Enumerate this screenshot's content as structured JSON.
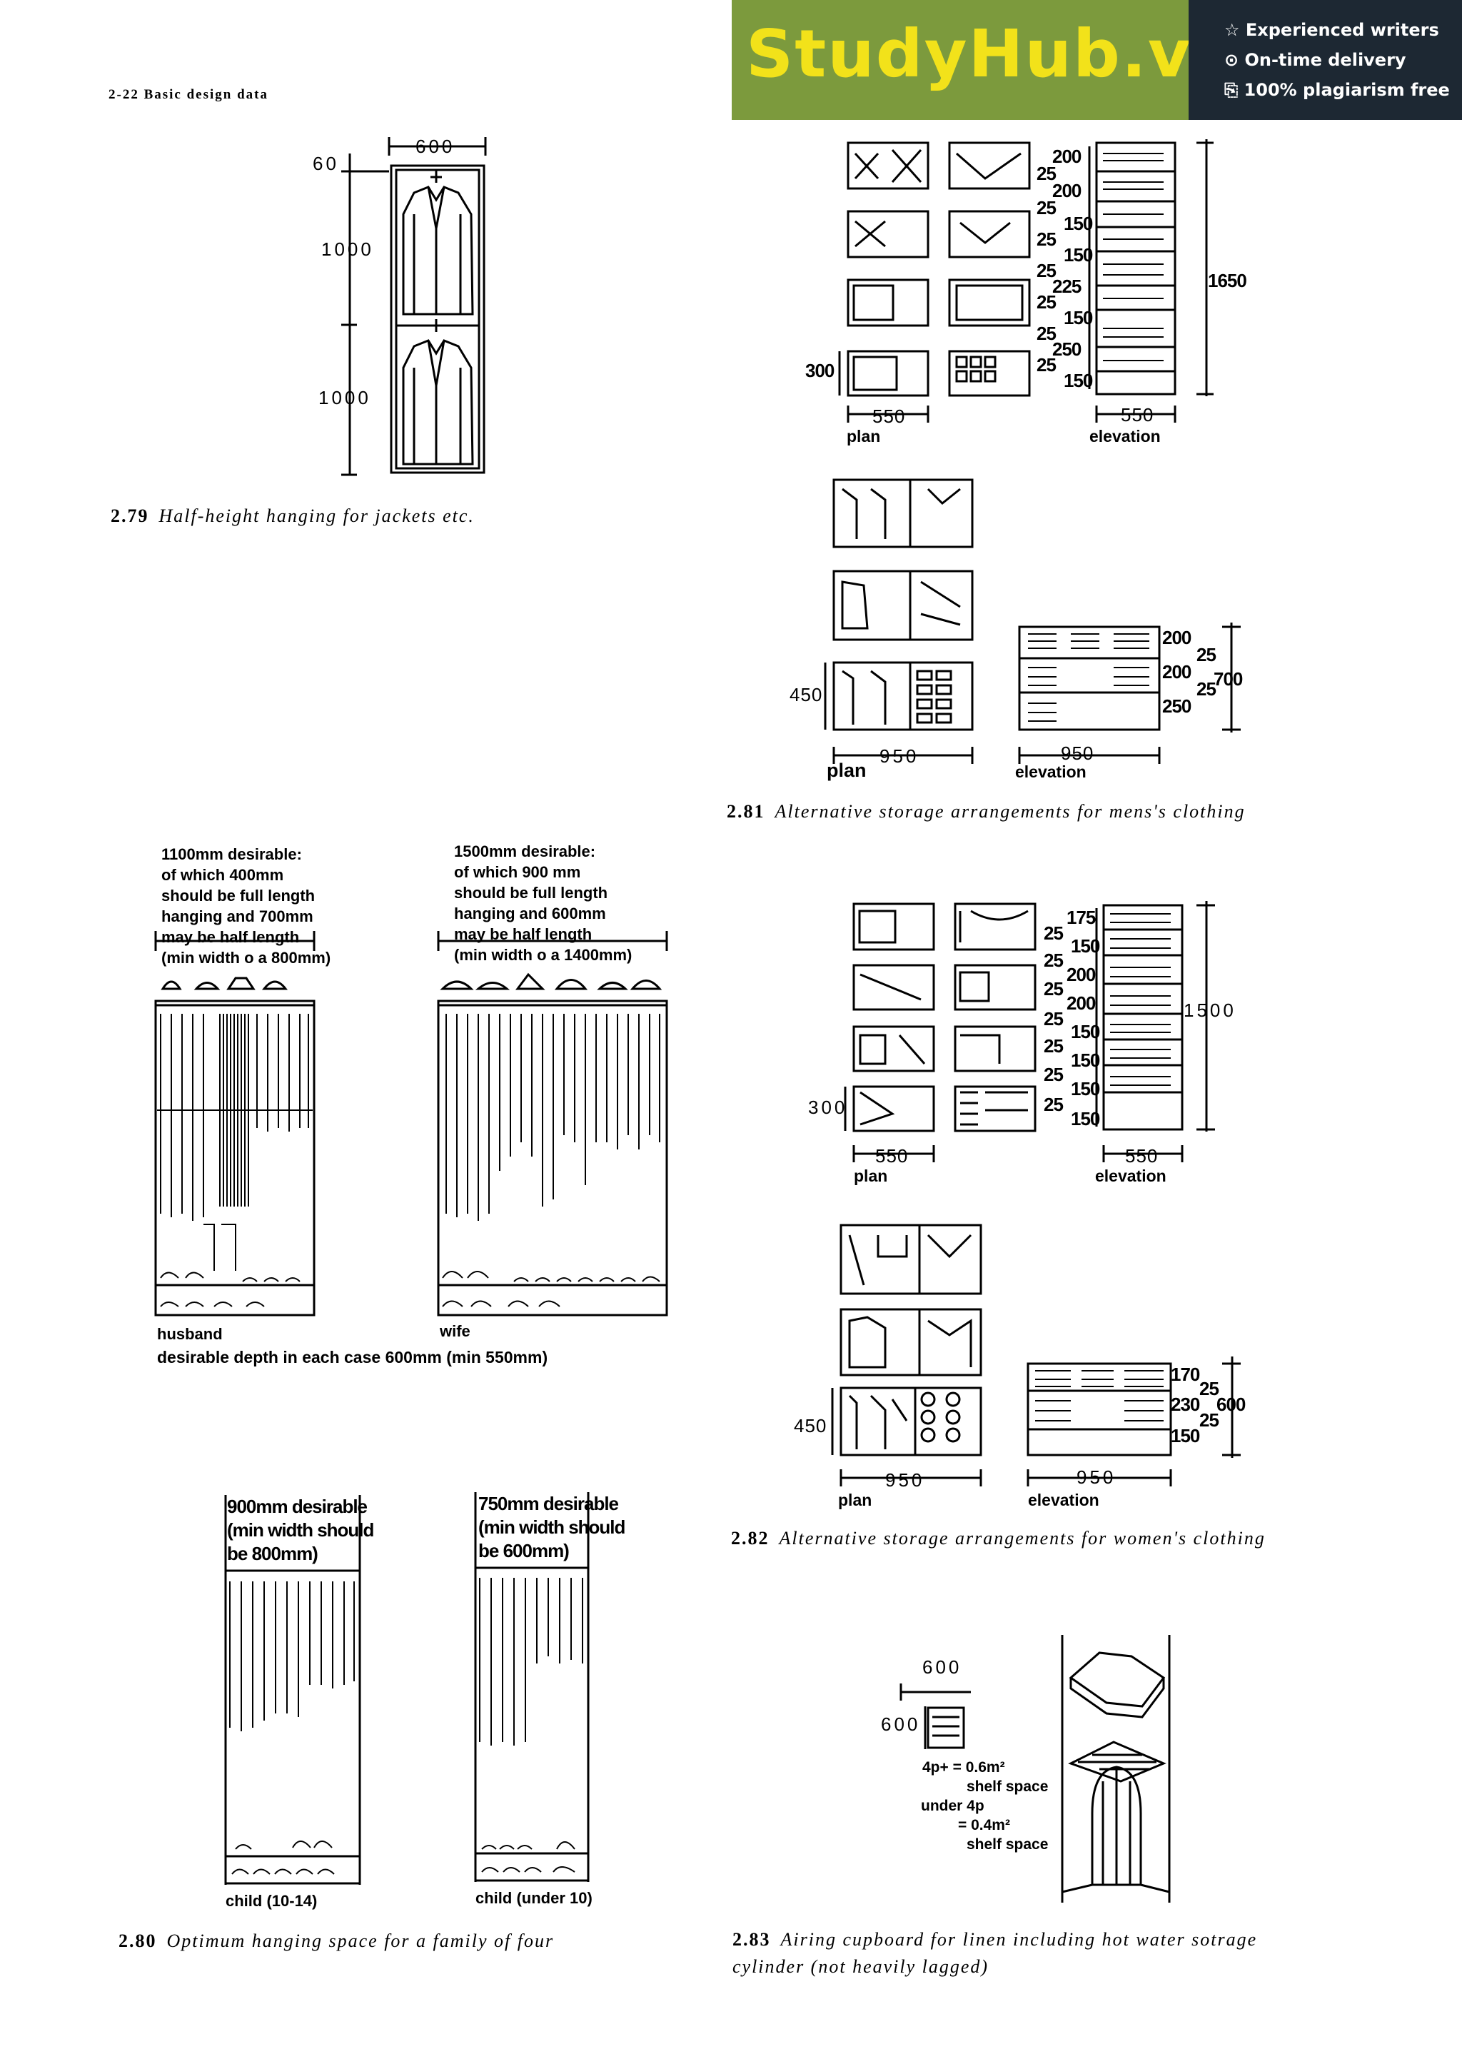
{
  "header": {
    "page_ref": "2-22  Basic  design  data"
  },
  "banner": {
    "brand": "StudyHub.vip",
    "colors": {
      "brand_bg": "#7c9a3d",
      "brand_text": "#f2e21a",
      "side_bg": "#1d2833"
    },
    "features": [
      {
        "icon": "star-icon",
        "text": "☆ Experienced writers"
      },
      {
        "icon": "clock-icon",
        "text": "⊙ On-time delivery"
      },
      {
        "icon": "copy-icon",
        "text": "⎘ 100% plagiarism free"
      }
    ]
  },
  "fig279": {
    "number": "2.79",
    "caption": "Half-height  hanging  for  jackets  etc.",
    "dims": {
      "width": "600",
      "top": "60",
      "upper": "1000",
      "lower": "1000"
    }
  },
  "fig280": {
    "number": "2.80",
    "caption": "Optimum  hanging  space  for  a  family  of  four",
    "husband_note": [
      "1100mm  desirable:",
      "of  which  400mm",
      "should  be  full  length",
      "hanging  and  700mm",
      "may  be  half  length",
      "(min width o a 800mm)"
    ],
    "wife_note": [
      "1500mm   desirable:",
      "of  which  900  mm",
      "should be full length",
      "hanging and 600mm",
      "may  be  half  length",
      "(min  width  o  a  1400mm)"
    ],
    "husband_label": "husband",
    "wife_label": "wife",
    "depth_note": "desirable depth in each case 600mm (min 550mm)",
    "child1014_note": [
      "900mm desirable",
      "(min width should",
      "be 800mm)"
    ],
    "child10_note": [
      "750mm desirable",
      "(min width should",
      "be 600mm)"
    ],
    "child1014_label": "child  (10-14)",
    "child10_label": "child  (under  10)"
  },
  "fig281": {
    "number": "2.81",
    "caption": "Alternative  storage  arrangements  for  mens's  clothing",
    "upper": {
      "elev_dims": [
        "200",
        "25",
        "200",
        "25",
        "150",
        "25",
        "150",
        "25",
        "225",
        "25",
        "150",
        "25",
        "250",
        "25",
        "150"
      ],
      "height": "1650",
      "depth": "300",
      "plan_width": "550",
      "elev_width": "550",
      "plan_label": "plan",
      "elev_label": "elevation"
    },
    "lower": {
      "elev_dims": [
        "200",
        "25",
        "200",
        "25",
        "250"
      ],
      "height": "700",
      "depth": "450",
      "plan_width": "950",
      "elev_width": "950",
      "plan_label": "plan",
      "elev_label": "elevation"
    }
  },
  "fig282": {
    "number": "2.82",
    "caption": "Alternative  storage  arrangements  for  women's  clothing",
    "upper": {
      "elev_dims": [
        "175",
        "25",
        "150",
        "25",
        "200",
        "25",
        "200",
        "25",
        "150",
        "25",
        "150",
        "25",
        "150",
        "25",
        "150"
      ],
      "height": "1500",
      "depth": "300",
      "plan_width": "550",
      "elev_width": "550",
      "plan_label": "plan",
      "elev_label": "elevation"
    },
    "lower": {
      "elev_dims": [
        "170",
        "25",
        "230",
        "25",
        "150"
      ],
      "height": "600",
      "depth": "450",
      "plan_width": "950",
      "elev_width": "950",
      "plan_label": "plan",
      "elev_label": "elevation"
    }
  },
  "fig283": {
    "number": "2.83",
    "caption_line1": "Airing  cupboard  for  linen  including  hot  water  sotrage",
    "caption_line2": "cylinder  (not  heavily  lagged)",
    "dims": {
      "w": "600",
      "d": "600"
    },
    "note": [
      "4p+  =  0.6m²",
      "shelf  space",
      "under  4p",
      "=  0.4m²",
      "shelf  space"
    ]
  }
}
